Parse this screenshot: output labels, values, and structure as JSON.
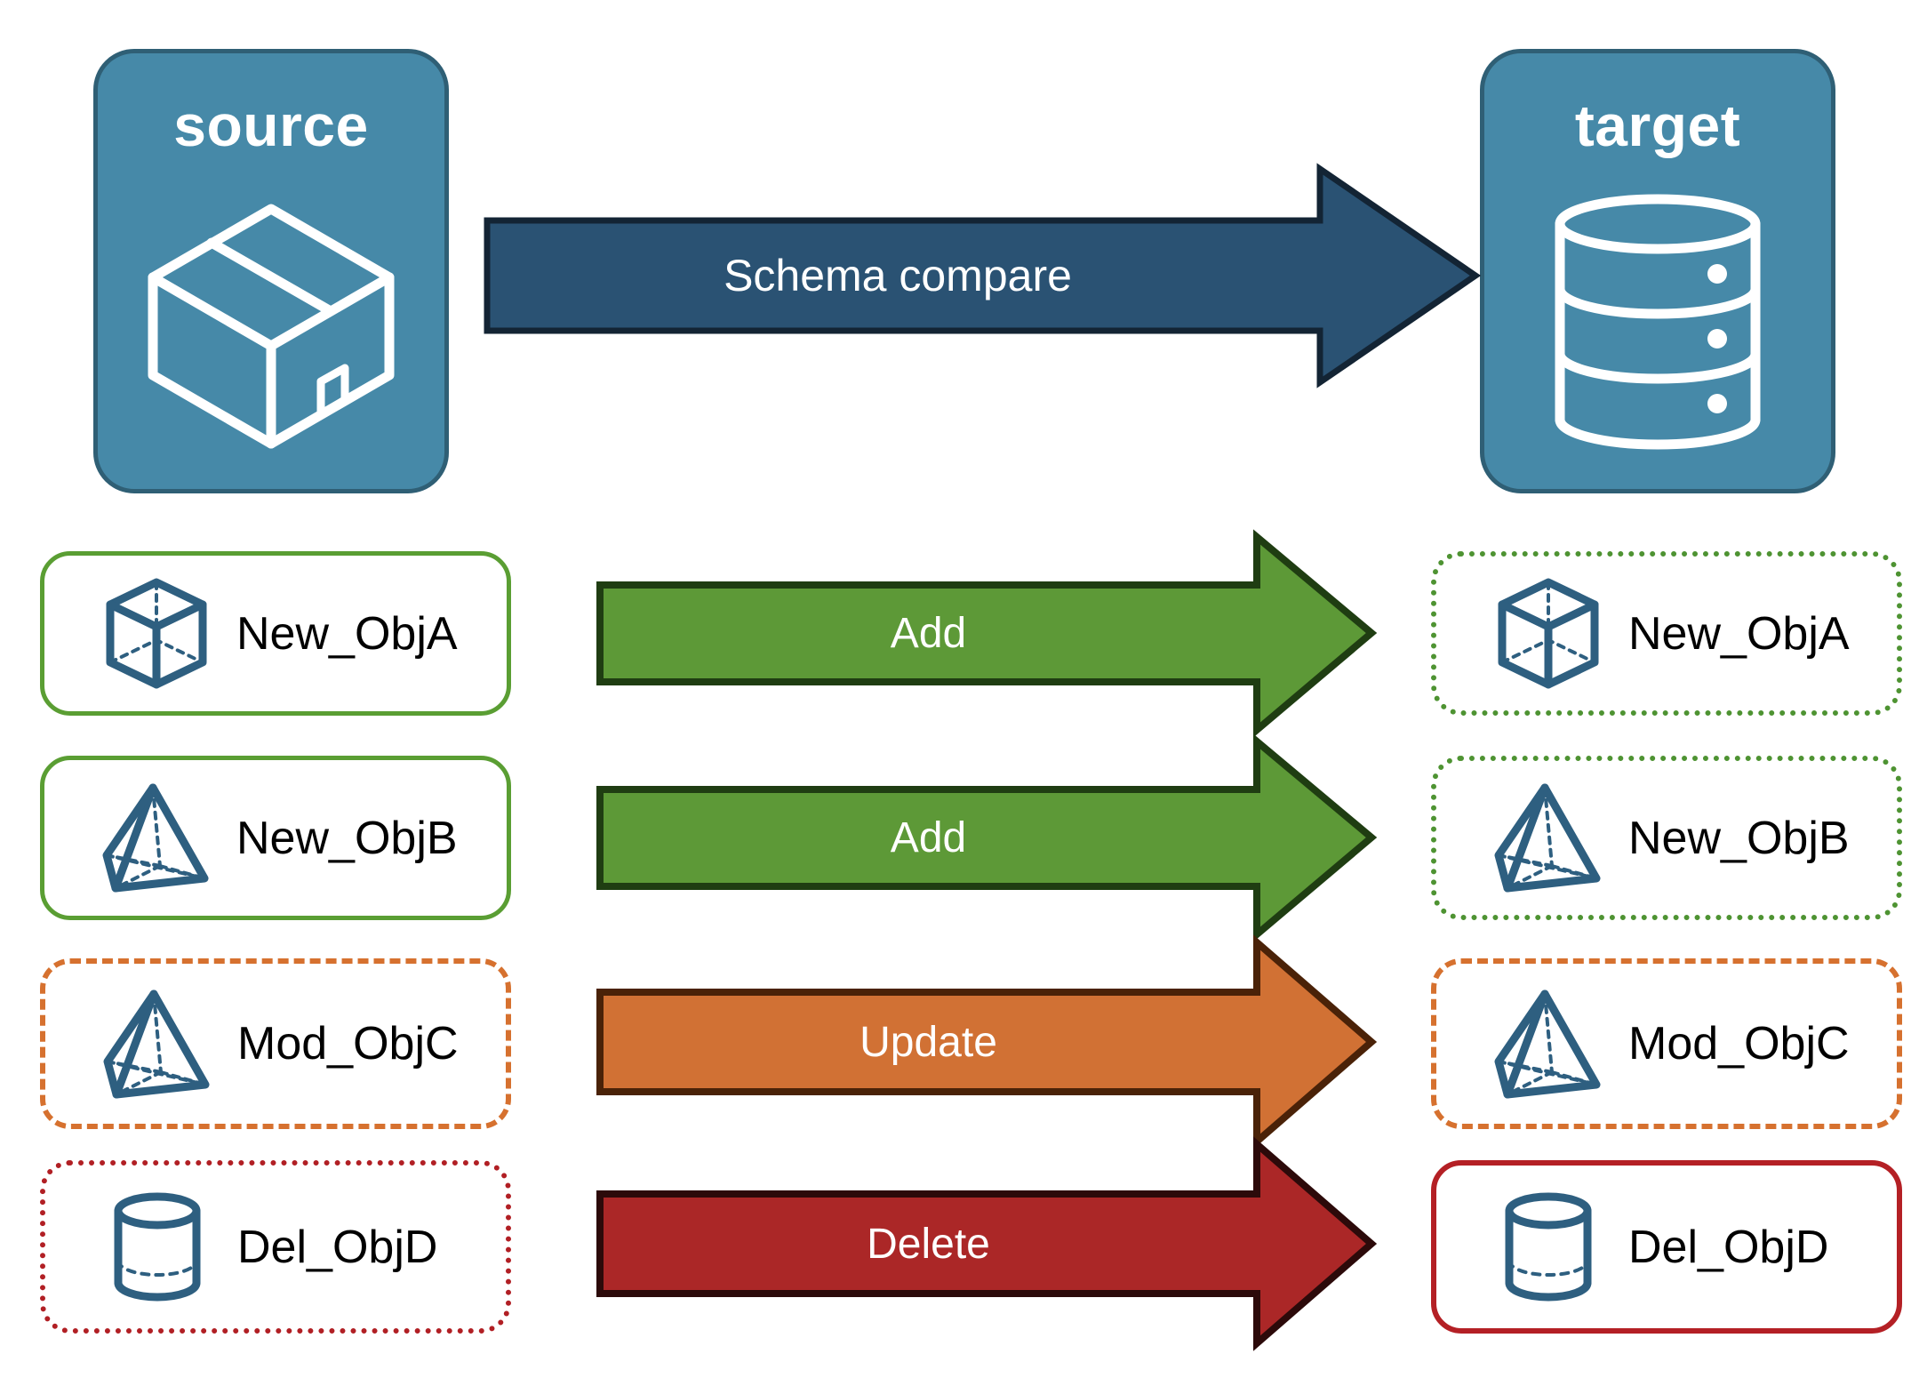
{
  "diagram": {
    "title": "Schema compare source to target",
    "background": "#ffffff"
  },
  "colors": {
    "panel_fill": "#4689a8",
    "panel_stroke": "#2f5f75",
    "icon_stroke": "#2e5f80",
    "compare_arrow_fill": "#2a5273",
    "compare_arrow_stroke": "#132434",
    "add_fill": "#5d9937",
    "add_stroke": "#1f3d12",
    "update_fill": "#d17134",
    "update_stroke": "#4a2208",
    "delete_fill": "#ab2727",
    "delete_stroke": "#2c0a0a",
    "border_green_solid": "#5a9e33",
    "border_green_dotted": "#4e9332",
    "border_orange_dashed": "#d6712f",
    "border_red_dotted": "#b11f24",
    "border_red_solid": "#b42025",
    "label_text": "#000000",
    "arrow_text": "#ffffff"
  },
  "endpoints": {
    "source": {
      "title": "source",
      "icon": "box-3d-icon"
    },
    "target": {
      "title": "target",
      "icon": "database-cylinder-icon"
    }
  },
  "compare": {
    "label": "Schema compare",
    "icon": "right-arrow-icon"
  },
  "rows": [
    {
      "action": "Add",
      "action_icon": "right-arrow-icon",
      "source": {
        "label": "New_ObjA",
        "icon": "wireframe-cube-icon",
        "border": "solid-green"
      },
      "target": {
        "label": "New_ObjA",
        "icon": "wireframe-cube-icon",
        "border": "dotted-green"
      }
    },
    {
      "action": "Add",
      "action_icon": "right-arrow-icon",
      "source": {
        "label": "New_ObjB",
        "icon": "wireframe-pyramid-icon",
        "border": "solid-green"
      },
      "target": {
        "label": "New_ObjB",
        "icon": "wireframe-pyramid-icon",
        "border": "dotted-green"
      }
    },
    {
      "action": "Update",
      "action_icon": "right-arrow-icon",
      "source": {
        "label": "Mod_ObjC",
        "icon": "wireframe-pyramid-icon",
        "border": "dashed-orange"
      },
      "target": {
        "label": "Mod_ObjC",
        "icon": "wireframe-pyramid-icon",
        "border": "dashed-orange"
      }
    },
    {
      "action": "Delete",
      "action_icon": "right-arrow-icon",
      "source": {
        "label": "Del_ObjD",
        "icon": "wireframe-cylinder-icon",
        "border": "dotted-red"
      },
      "target": {
        "label": "Del_ObjD",
        "icon": "wireframe-cylinder-icon",
        "border": "solid-red"
      }
    }
  ]
}
